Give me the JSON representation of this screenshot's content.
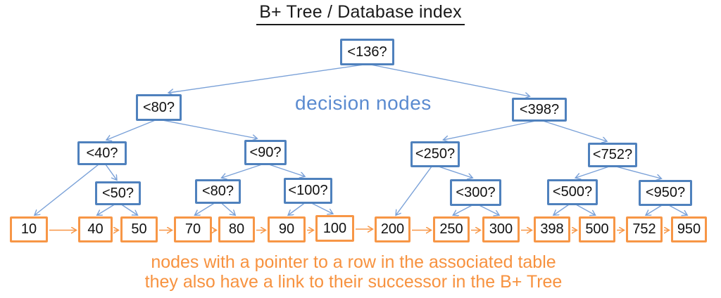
{
  "title": "B+ Tree / Database index",
  "annotations": {
    "decision_nodes_label": "decision nodes",
    "caption_line1": "nodes with a pointer to a row in the associated table",
    "caption_line2": "they also have a link to their successor in the B+ Tree"
  },
  "colors": {
    "decision_border": "#4f81bd",
    "edge_blue": "#7aa1d8",
    "label_blue": "#5b8bd0",
    "leaf_orange": "#f79646",
    "caption_orange": "#f7923f",
    "text_dark": "#111111"
  },
  "tree": {
    "decision_nodes": [
      {
        "id": "n136",
        "label": "<136?"
      },
      {
        "id": "n80a",
        "label": "<80?"
      },
      {
        "id": "n398",
        "label": "<398?"
      },
      {
        "id": "n40",
        "label": "<40?"
      },
      {
        "id": "n90",
        "label": "<90?"
      },
      {
        "id": "n250",
        "label": "<250?"
      },
      {
        "id": "n752",
        "label": "<752?"
      },
      {
        "id": "n50",
        "label": "<50?"
      },
      {
        "id": "n80b",
        "label": "<80?"
      },
      {
        "id": "n100",
        "label": "<100?"
      },
      {
        "id": "n300",
        "label": "<300?"
      },
      {
        "id": "n500",
        "label": "<500?"
      },
      {
        "id": "n950",
        "label": "<950?"
      }
    ],
    "leaf_nodes": [
      {
        "id": "L10",
        "label": "10"
      },
      {
        "id": "L40",
        "label": "40"
      },
      {
        "id": "L50",
        "label": "50"
      },
      {
        "id": "L70",
        "label": "70"
      },
      {
        "id": "L80",
        "label": "80"
      },
      {
        "id": "L90",
        "label": "90"
      },
      {
        "id": "L100",
        "label": "100"
      },
      {
        "id": "L200",
        "label": "200"
      },
      {
        "id": "L250",
        "label": "250"
      },
      {
        "id": "L300",
        "label": "300"
      },
      {
        "id": "L398",
        "label": "398"
      },
      {
        "id": "L500",
        "label": "500"
      },
      {
        "id": "L752",
        "label": "752"
      },
      {
        "id": "L950",
        "label": "950"
      }
    ],
    "edges": [
      [
        "n136",
        "n80a"
      ],
      [
        "n136",
        "n398"
      ],
      [
        "n80a",
        "n40"
      ],
      [
        "n80a",
        "n90"
      ],
      [
        "n398",
        "n250"
      ],
      [
        "n398",
        "n752"
      ],
      [
        "n40",
        "L10"
      ],
      [
        "n40",
        "n50"
      ],
      [
        "n50",
        "L40"
      ],
      [
        "n50",
        "L50"
      ],
      [
        "n90",
        "n80b"
      ],
      [
        "n90",
        "n100"
      ],
      [
        "n80b",
        "L70"
      ],
      [
        "n80b",
        "L80"
      ],
      [
        "n100",
        "L90"
      ],
      [
        "n100",
        "L100"
      ],
      [
        "n250",
        "L200"
      ],
      [
        "n250",
        "n300"
      ],
      [
        "n300",
        "L250"
      ],
      [
        "n300",
        "L300"
      ],
      [
        "n752",
        "n500"
      ],
      [
        "n752",
        "n950"
      ],
      [
        "n500",
        "L398"
      ],
      [
        "n500",
        "L500"
      ],
      [
        "n950",
        "L752"
      ],
      [
        "n950",
        "L950"
      ]
    ],
    "leaf_chain": [
      "L10",
      "L40",
      "L50",
      "L70",
      "L80",
      "L90",
      "L100",
      "L200",
      "L250",
      "L300",
      "L398",
      "L500",
      "L752",
      "L950"
    ]
  }
}
